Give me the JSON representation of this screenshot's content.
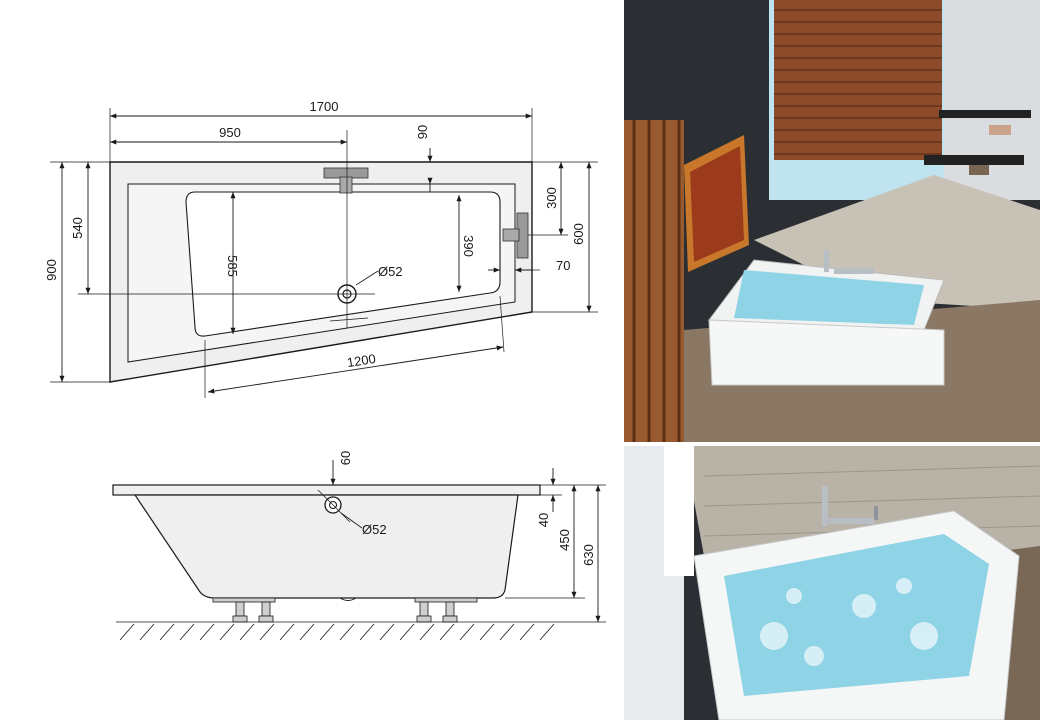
{
  "top_view": {
    "dimensions": {
      "total_length": "1700",
      "head_length": "950",
      "inner_offset": "90",
      "small_width": "540",
      "total_width": "900",
      "inner_length": "585",
      "tap_offset": "300",
      "end_width": "600",
      "rest_width": "390",
      "drain_diameter": "Ø52",
      "rim_offset": "70",
      "base_length": "1200"
    }
  },
  "side_view": {
    "dimensions": {
      "overflow_offset": "60",
      "overflow_diameter": "Ø52",
      "rim_thickness": "40",
      "tub_height": "450",
      "total_height": "630"
    }
  },
  "photos": {
    "top": {
      "subject": "corner-bathtub-room-photo"
    },
    "bottom": {
      "subject": "bathtub-closeup-photo"
    }
  },
  "colors": {
    "line": "#1a1a1a",
    "tub_fill": "#efefef",
    "water": "#8fd3e6",
    "wall": "#2b2f33",
    "floor": "#8a7764",
    "blind": "#8b4a2a"
  }
}
